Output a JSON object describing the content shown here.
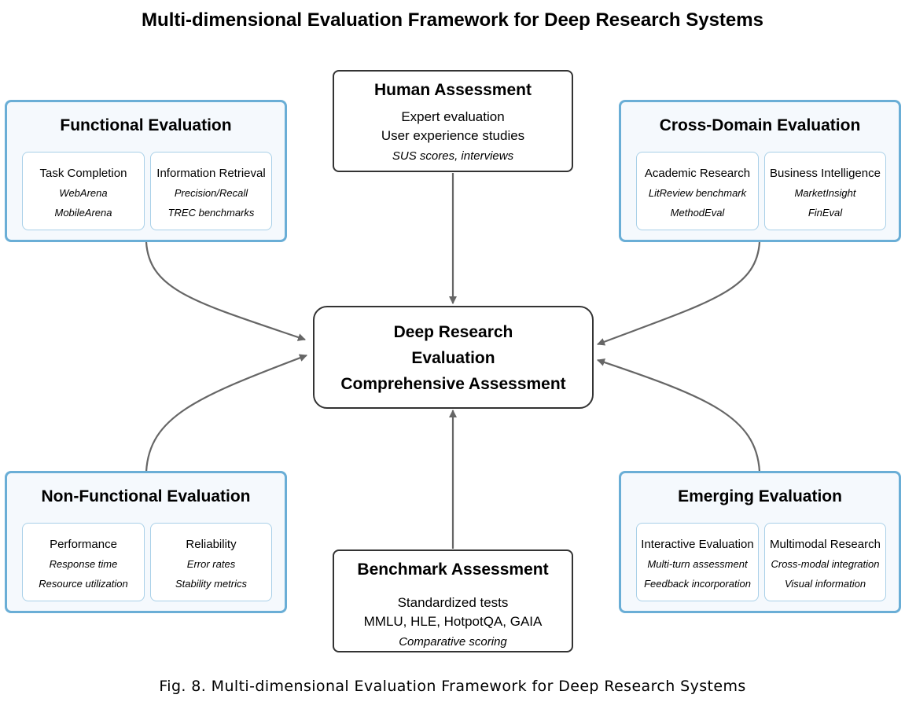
{
  "title": "Multi-dimensional Evaluation Framework for Deep Research Systems",
  "caption": "Fig. 8. Multi-dimensional Evaluation Framework for Deep Research Systems",
  "colors": {
    "group_border": "#6aaed6",
    "group_fill": "#f5f9fd",
    "sub_border": "#a9d0e8",
    "arrow": "#666666",
    "box_border": "#333333"
  },
  "center": {
    "lines": [
      "Deep Research",
      "Evaluation",
      "Comprehensive Assessment"
    ]
  },
  "human": {
    "title": "Human Assessment",
    "lines": [
      "Expert evaluation",
      "User experience studies"
    ],
    "note": "SUS scores, interviews"
  },
  "benchmark": {
    "title": "Benchmark Assessment",
    "lines": [
      "Standardized tests",
      "MMLU, HLE, HotpotQA, GAIA"
    ],
    "note": "Comparative scoring"
  },
  "functional": {
    "title": "Functional Evaluation",
    "subs": [
      {
        "title": "Task Completion",
        "items": [
          "WebArena",
          "MobileArena"
        ]
      },
      {
        "title": "Information Retrieval",
        "items": [
          "Precision/Recall",
          "TREC benchmarks"
        ]
      }
    ]
  },
  "cross_domain": {
    "title": "Cross-Domain Evaluation",
    "subs": [
      {
        "title": "Academic Research",
        "items": [
          "LitReview benchmark",
          "MethodEval"
        ]
      },
      {
        "title": "Business Intelligence",
        "items": [
          "MarketInsight",
          "FinEval"
        ]
      }
    ]
  },
  "non_functional": {
    "title": "Non-Functional Evaluation",
    "subs": [
      {
        "title": "Performance",
        "items": [
          "Response time",
          "Resource utilization"
        ]
      },
      {
        "title": "Reliability",
        "items": [
          "Error rates",
          "Stability metrics"
        ]
      }
    ]
  },
  "emerging": {
    "title": "Emerging Evaluation",
    "subs": [
      {
        "title": "Interactive Evaluation",
        "items": [
          "Multi-turn assessment",
          "Feedback incorporation"
        ]
      },
      {
        "title": "Multimodal Research",
        "items": [
          "Cross-modal integration",
          "Visual information"
        ]
      }
    ]
  }
}
